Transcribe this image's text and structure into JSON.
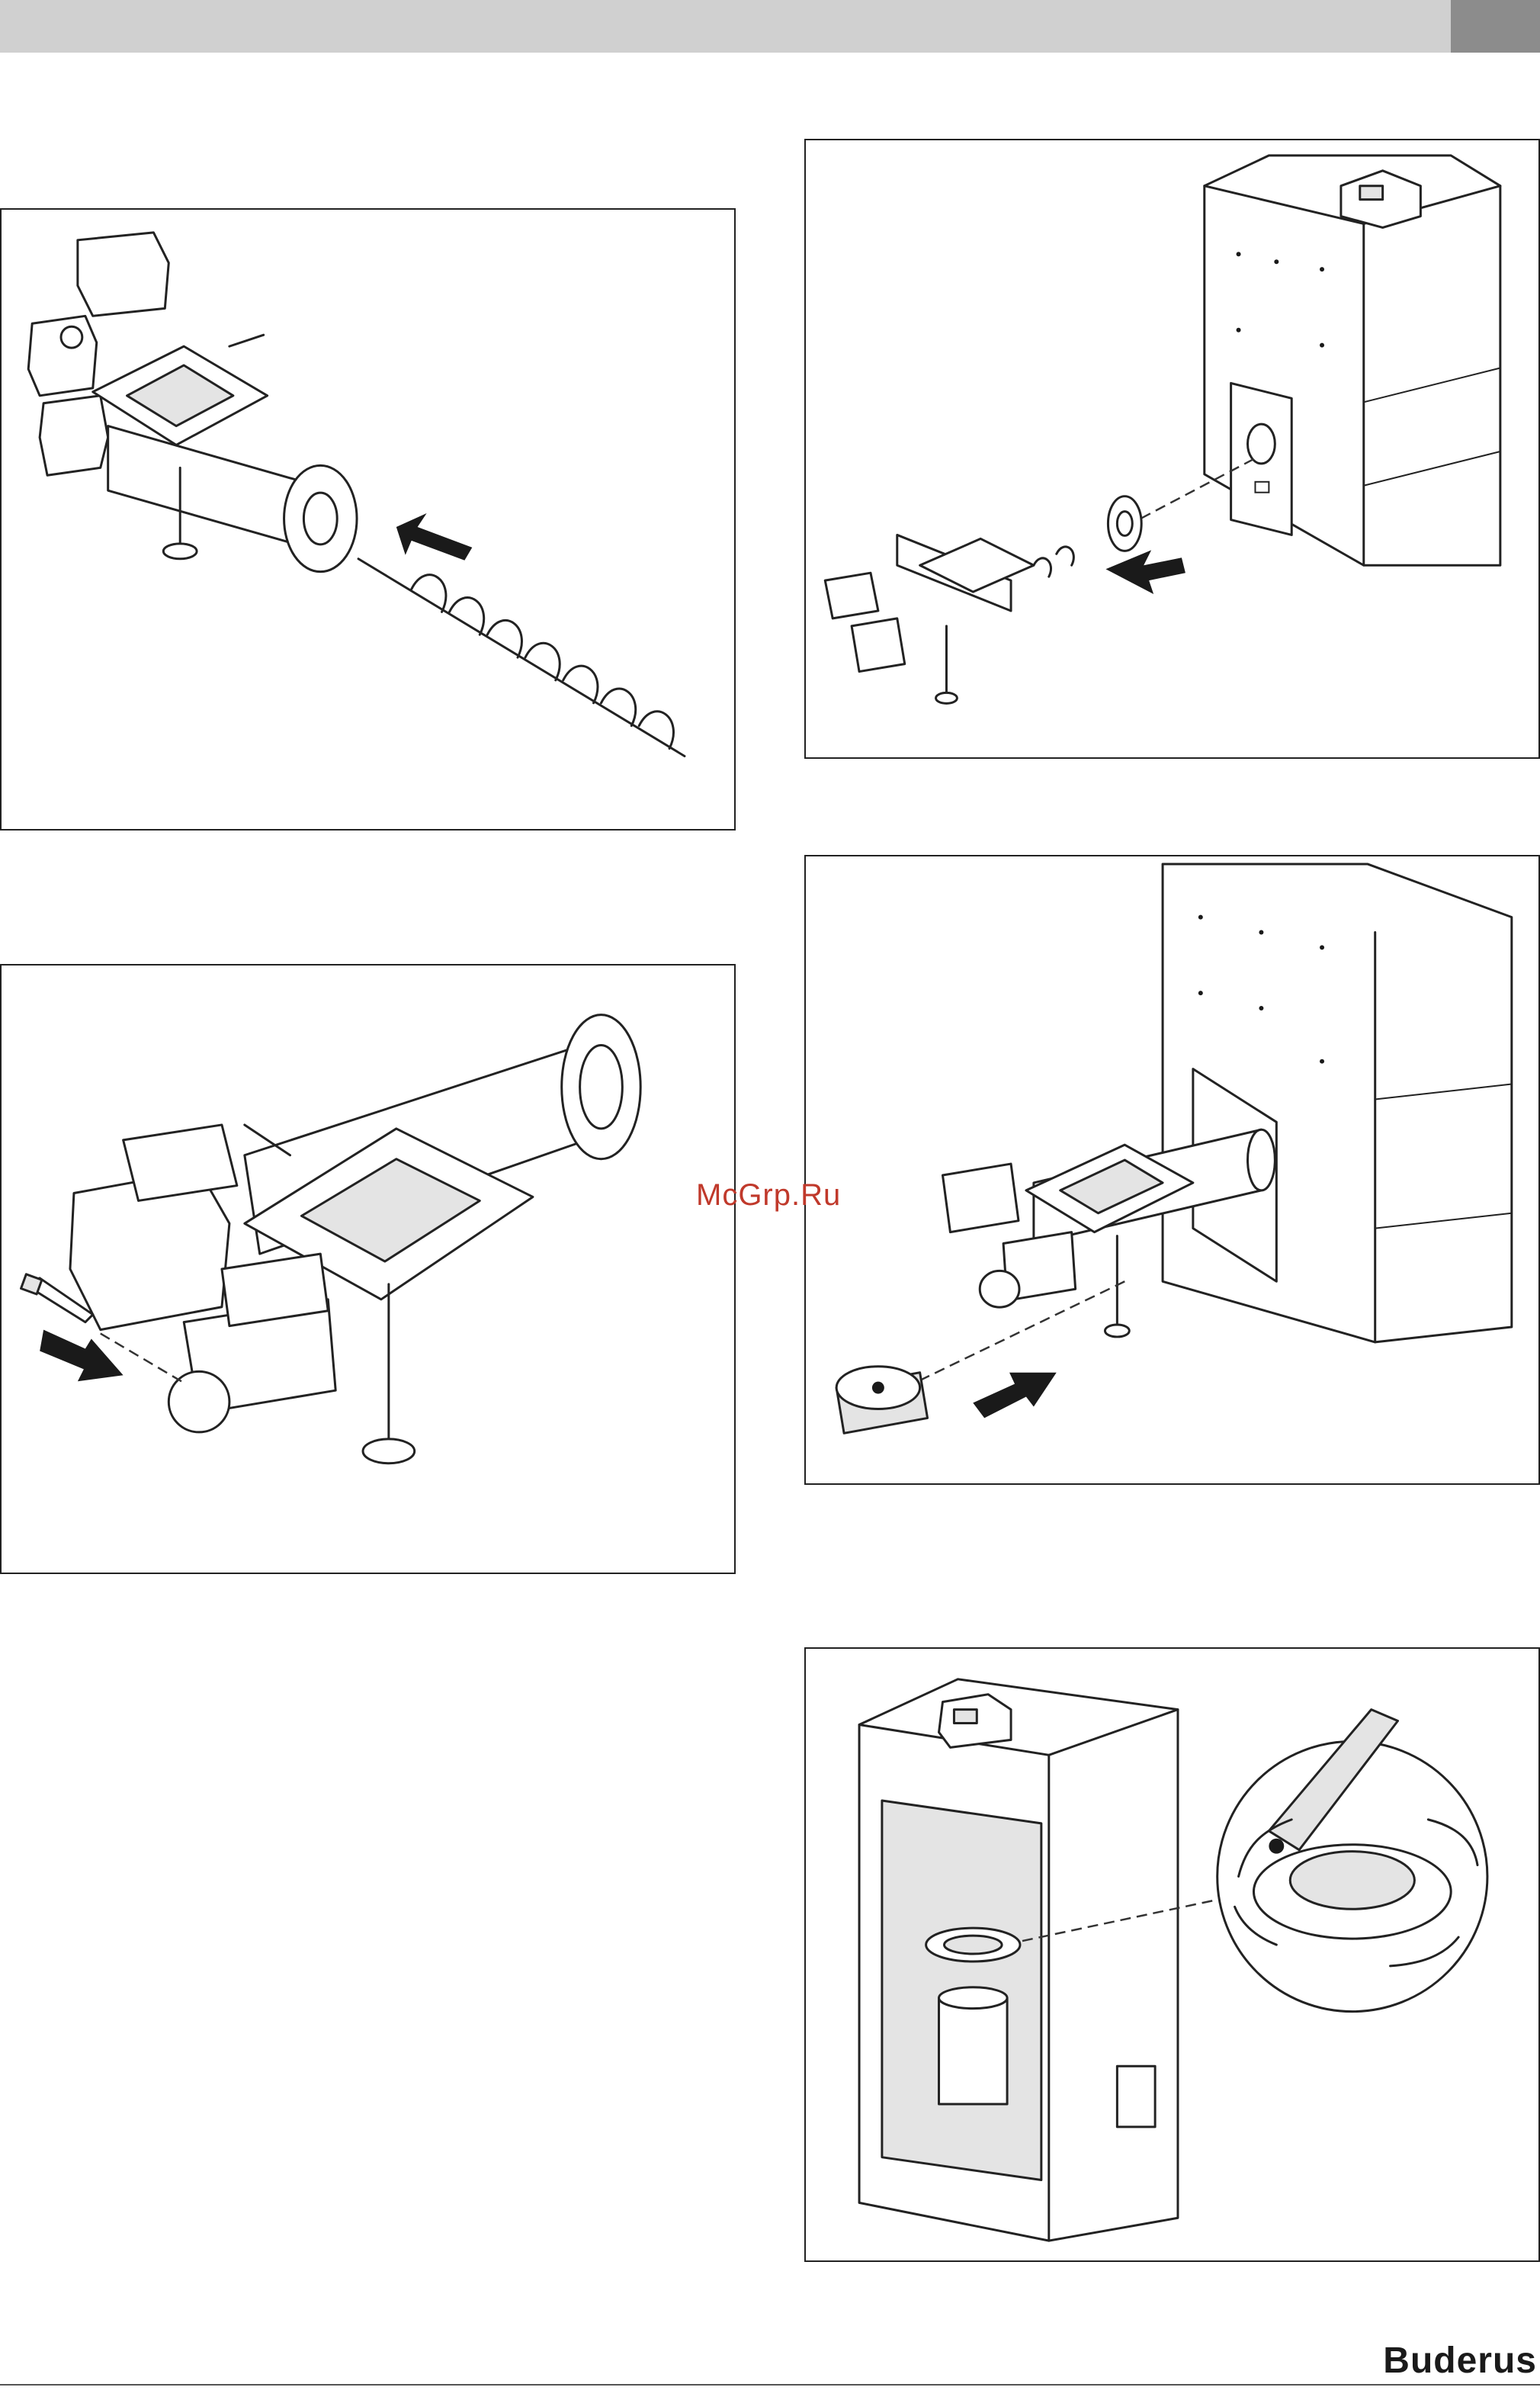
{
  "header": {
    "bar_color": "#d0d0d0",
    "tab_color": "#8c8c8c"
  },
  "figures": [
    {
      "icon": "auger-insertion-illustration"
    },
    {
      "icon": "feeder-to-boiler-mounting-illustration"
    },
    {
      "icon": "bolt-removal-illustration"
    },
    {
      "icon": "fan-mounting-illustration"
    },
    {
      "icon": "sealant-application-illustration"
    }
  ],
  "watermark": {
    "text": "McGrp.Ru",
    "color": "#c0392b"
  },
  "footer": {
    "brand": "Buderus"
  }
}
